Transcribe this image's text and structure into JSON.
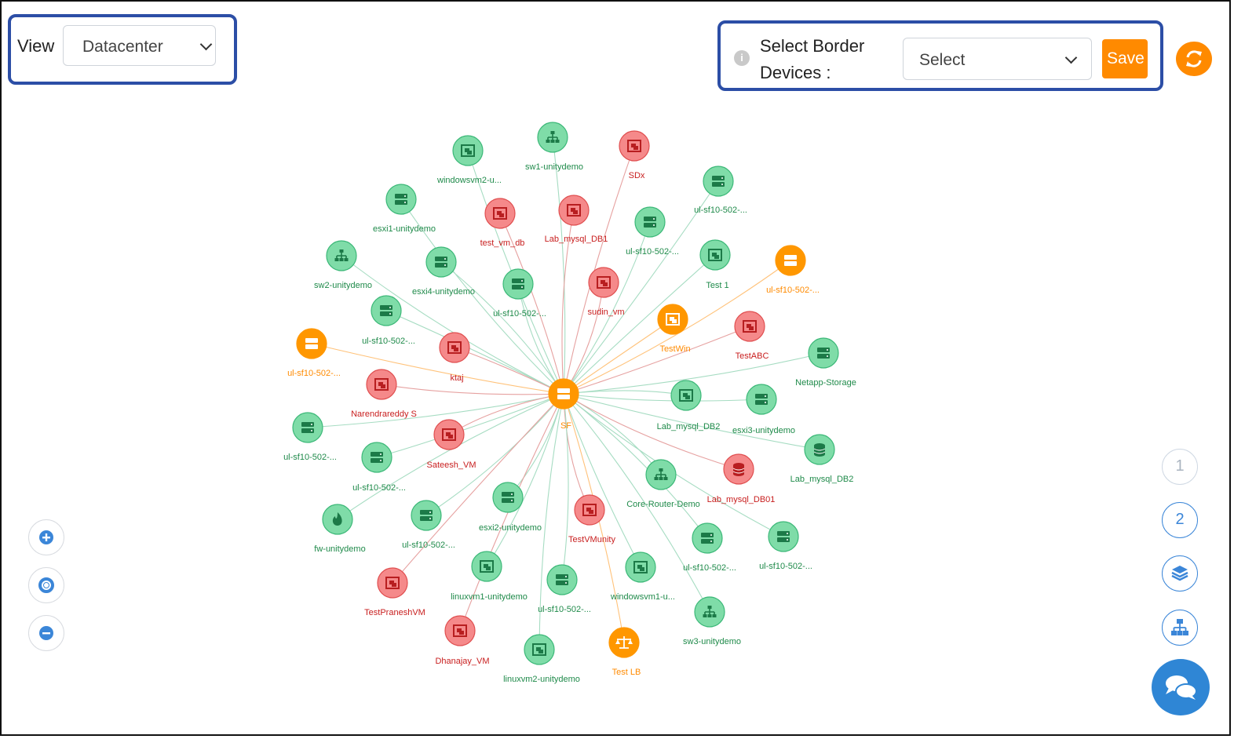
{
  "toolbar": {
    "view_label": "View",
    "view_value": "Datacenter",
    "border_label_line1": "Select Border",
    "border_label_line2": "Devices :",
    "border_select_value": "Select",
    "save_label": "Save"
  },
  "side_controls": {
    "page1_label": "1",
    "page2_label": "2"
  },
  "colors": {
    "green_fill": "#7fdca8",
    "green_stroke": "#3cb878",
    "green_glyph": "#1c7a48",
    "green_text": "#1f8a4a",
    "red_fill": "#f5898a",
    "red_stroke": "#e04f50",
    "red_glyph": "#b81e20",
    "red_text": "#c81e1e",
    "orange_fill": "#ff9700",
    "orange_text": "#ff8a00",
    "accent_blue": "#3b86d8"
  },
  "graph": {
    "center": {
      "id": "sf",
      "label": "SF",
      "status": "orange",
      "icon": "storage-array"
    },
    "nodes": [
      {
        "label": "windowsvm2-u...",
        "status": "green",
        "icon": "vm"
      },
      {
        "label": "sw1-unitydemo",
        "status": "green",
        "icon": "switch"
      },
      {
        "label": "SDx",
        "status": "red",
        "icon": "vm"
      },
      {
        "label": "ul-sf10-502-...",
        "status": "green",
        "icon": "server"
      },
      {
        "label": "esxi1-unitydemo",
        "status": "green",
        "icon": "server"
      },
      {
        "label": "test_vm_db",
        "status": "red",
        "icon": "vm"
      },
      {
        "label": "Lab_mysql_DB1",
        "status": "red",
        "icon": "vm"
      },
      {
        "label": "ul-sf10-502-...",
        "status": "green",
        "icon": "server"
      },
      {
        "label": "sw2-unitydemo",
        "status": "green",
        "icon": "switch"
      },
      {
        "label": "esxi4-unitydemo",
        "status": "green",
        "icon": "server"
      },
      {
        "label": "Test 1",
        "status": "green",
        "icon": "vm"
      },
      {
        "label": "ul-sf10-502-...",
        "status": "orange",
        "icon": "server"
      },
      {
        "label": "ul-sf10-502-...",
        "status": "green",
        "icon": "server"
      },
      {
        "label": "sudin_vm",
        "status": "red",
        "icon": "vm"
      },
      {
        "label": "ul-sf10-502-...",
        "status": "green",
        "icon": "server"
      },
      {
        "label": "TestWin",
        "status": "orange",
        "icon": "vm"
      },
      {
        "label": "TestABC",
        "status": "red",
        "icon": "vm"
      },
      {
        "label": "ul-sf10-502-...",
        "status": "orange",
        "icon": "server"
      },
      {
        "label": "ktaj",
        "status": "red",
        "icon": "vm"
      },
      {
        "label": "Netapp-Storage",
        "status": "green",
        "icon": "server"
      },
      {
        "label": "Narendrareddy S",
        "status": "red",
        "icon": "vm"
      },
      {
        "label": "Lab_mysql_DB2",
        "status": "green",
        "icon": "vm"
      },
      {
        "label": "esxi3-unitydemo",
        "status": "green",
        "icon": "server"
      },
      {
        "label": "ul-sf10-502-...",
        "status": "green",
        "icon": "server"
      },
      {
        "label": "Sateesh_VM",
        "status": "red",
        "icon": "vm"
      },
      {
        "label": "Lab_mysql_DB2",
        "status": "green",
        "icon": "database"
      },
      {
        "label": "ul-sf10-502-...",
        "status": "green",
        "icon": "server"
      },
      {
        "label": "Core-Router-Demo",
        "status": "green",
        "icon": "switch"
      },
      {
        "label": "Lab_mysql_DB01",
        "status": "red",
        "icon": "database"
      },
      {
        "label": "esxi2-unitydemo",
        "status": "green",
        "icon": "server"
      },
      {
        "label": "fw-unitydemo",
        "status": "green",
        "icon": "firewall"
      },
      {
        "label": "ul-sf10-502-...",
        "status": "green",
        "icon": "server"
      },
      {
        "label": "TestVMunity",
        "status": "red",
        "icon": "vm"
      },
      {
        "label": "ul-sf10-502-...",
        "status": "green",
        "icon": "server"
      },
      {
        "label": "ul-sf10-502-...",
        "status": "green",
        "icon": "server"
      },
      {
        "label": "linuxvm1-unitydemo",
        "status": "green",
        "icon": "vm"
      },
      {
        "label": "windowsvm1-u...",
        "status": "green",
        "icon": "vm"
      },
      {
        "label": "ul-sf10-502-...",
        "status": "green",
        "icon": "server"
      },
      {
        "label": "TestPraneshVM",
        "status": "red",
        "icon": "vm"
      },
      {
        "label": "sw3-unitydemo",
        "status": "green",
        "icon": "switch"
      },
      {
        "label": "Dhanajay_VM",
        "status": "red",
        "icon": "vm"
      },
      {
        "label": "Test LB",
        "status": "orange",
        "icon": "load-balancer"
      },
      {
        "label": "linuxvm2-unitydemo",
        "status": "green",
        "icon": "vm"
      }
    ]
  }
}
